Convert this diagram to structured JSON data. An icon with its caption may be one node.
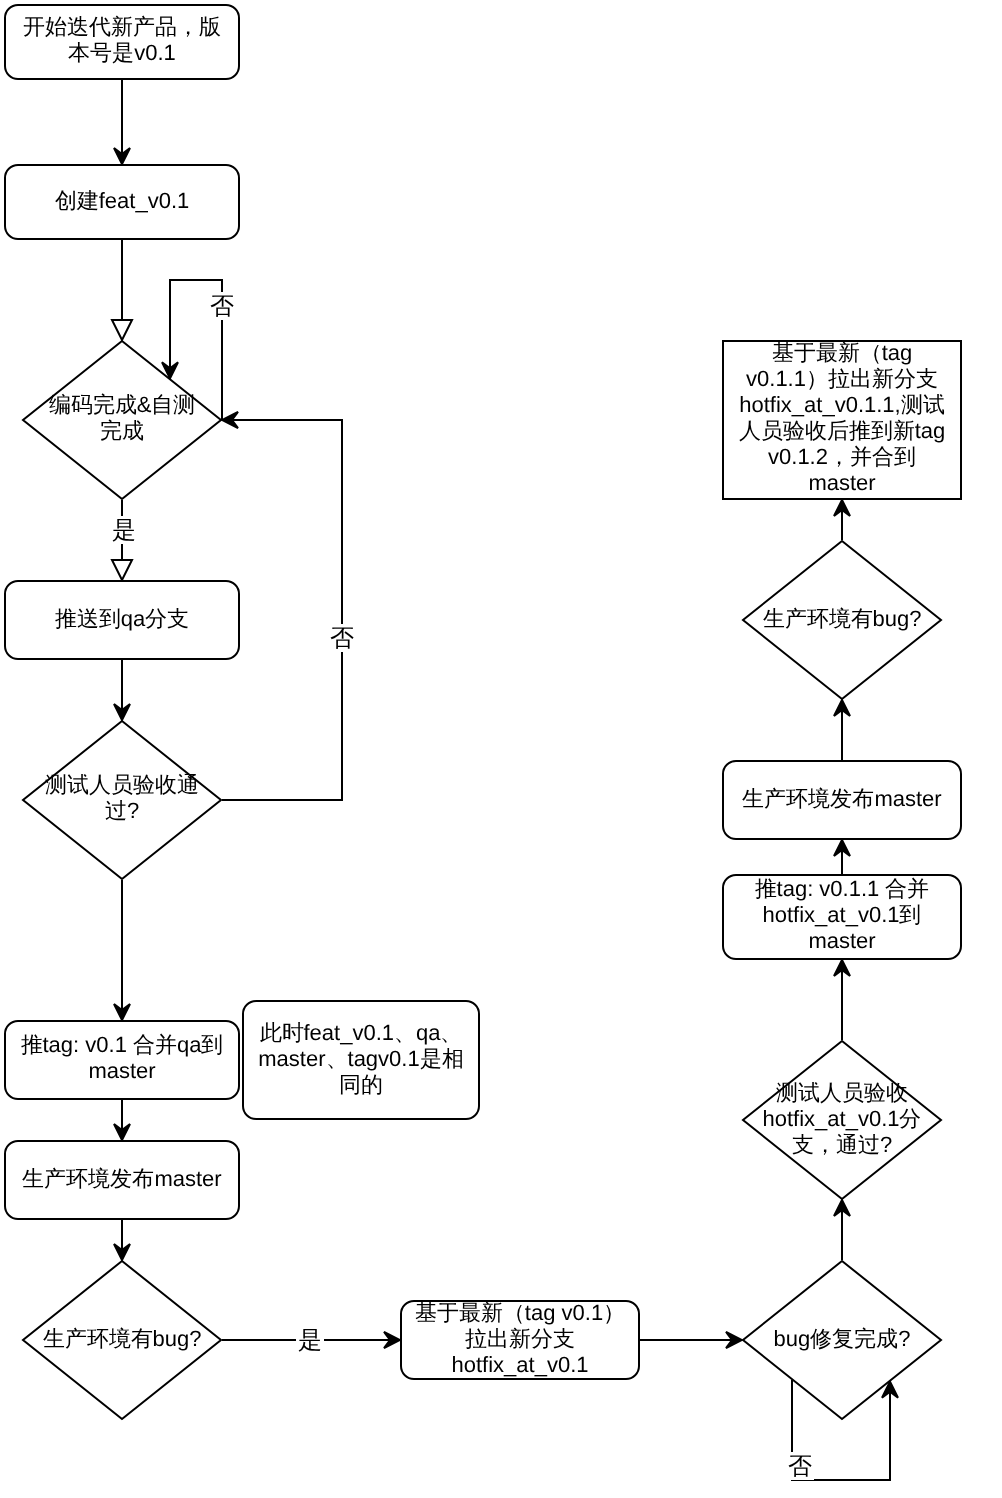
{
  "diagram": {
    "nodes": [
      {
        "text": [
          "开始迭代新产品，版本号是v0.1"
        ]
      },
      {
        "text": [
          "创建feat_v0.1"
        ]
      },
      {
        "text": [
          "编码完成&自测完成"
        ]
      },
      {
        "text": [
          "推送到qa分支"
        ]
      },
      {
        "text": [
          "测试人员验收通过?"
        ]
      },
      {
        "text": [
          "推tag: v0.1 合并qa到master"
        ]
      },
      {
        "text": [
          "此时feat_v0.1、qa、master、tagv0.1是相同的"
        ]
      },
      {
        "text": [
          "生产环境发布master"
        ]
      },
      {
        "text": [
          "生产环境有bug?"
        ]
      },
      {
        "text": [
          "基于最新（tag v0.1）拉出新分支 hotfix_at_v0.1"
        ]
      },
      {
        "text": [
          "bug修复完成?"
        ]
      },
      {
        "text": [
          "测试人员验收hotfix_at_v0.1分支，通过?"
        ]
      },
      {
        "text": [
          "推tag: v0.1.1 合并hotfix_at_v0.1到master"
        ]
      },
      {
        "text": [
          "生产环境发布master"
        ]
      },
      {
        "text": [
          "生产环境有bug?"
        ]
      },
      {
        "text": [
          "基于最新（tag v0.1.1）拉出新分支hotfix_at_v0.1.1,测试人员验收后推到新tag v0.1.2，并合到master"
        ]
      }
    ],
    "edges": [
      {
        "from": 0,
        "to": 1,
        "arrow": "to"
      },
      {
        "from": 1,
        "to": 2,
        "arrow": "to"
      },
      {
        "from": 2,
        "to": 2,
        "arrow": "to",
        "label": "否"
      },
      {
        "from": 2,
        "to": 3,
        "arrow": "to",
        "label": "是"
      },
      {
        "from": 3,
        "to": 4,
        "arrow": "to"
      },
      {
        "from": 4,
        "to": 2,
        "arrow": "to",
        "label": "否"
      },
      {
        "from": 4,
        "to": 5,
        "arrow": "to"
      },
      {
        "from": 5,
        "to": 7,
        "arrow": "to"
      },
      {
        "from": 7,
        "to": 8,
        "arrow": "to"
      },
      {
        "from": 8,
        "to": 9,
        "arrow": "to",
        "label": "是"
      },
      {
        "from": 9,
        "to": 10,
        "arrow": "to"
      },
      {
        "from": 10,
        "to": 10,
        "arrow": "to",
        "label": "否"
      },
      {
        "from": 10,
        "to": 11,
        "arrow": "to"
      },
      {
        "from": 11,
        "to": 12,
        "arrow": "to"
      },
      {
        "from": 12,
        "to": 13,
        "arrow": "to"
      },
      {
        "from": 13,
        "to": 14,
        "arrow": "to"
      },
      {
        "from": 14,
        "to": 15,
        "arrow": "to"
      }
    ]
  }
}
